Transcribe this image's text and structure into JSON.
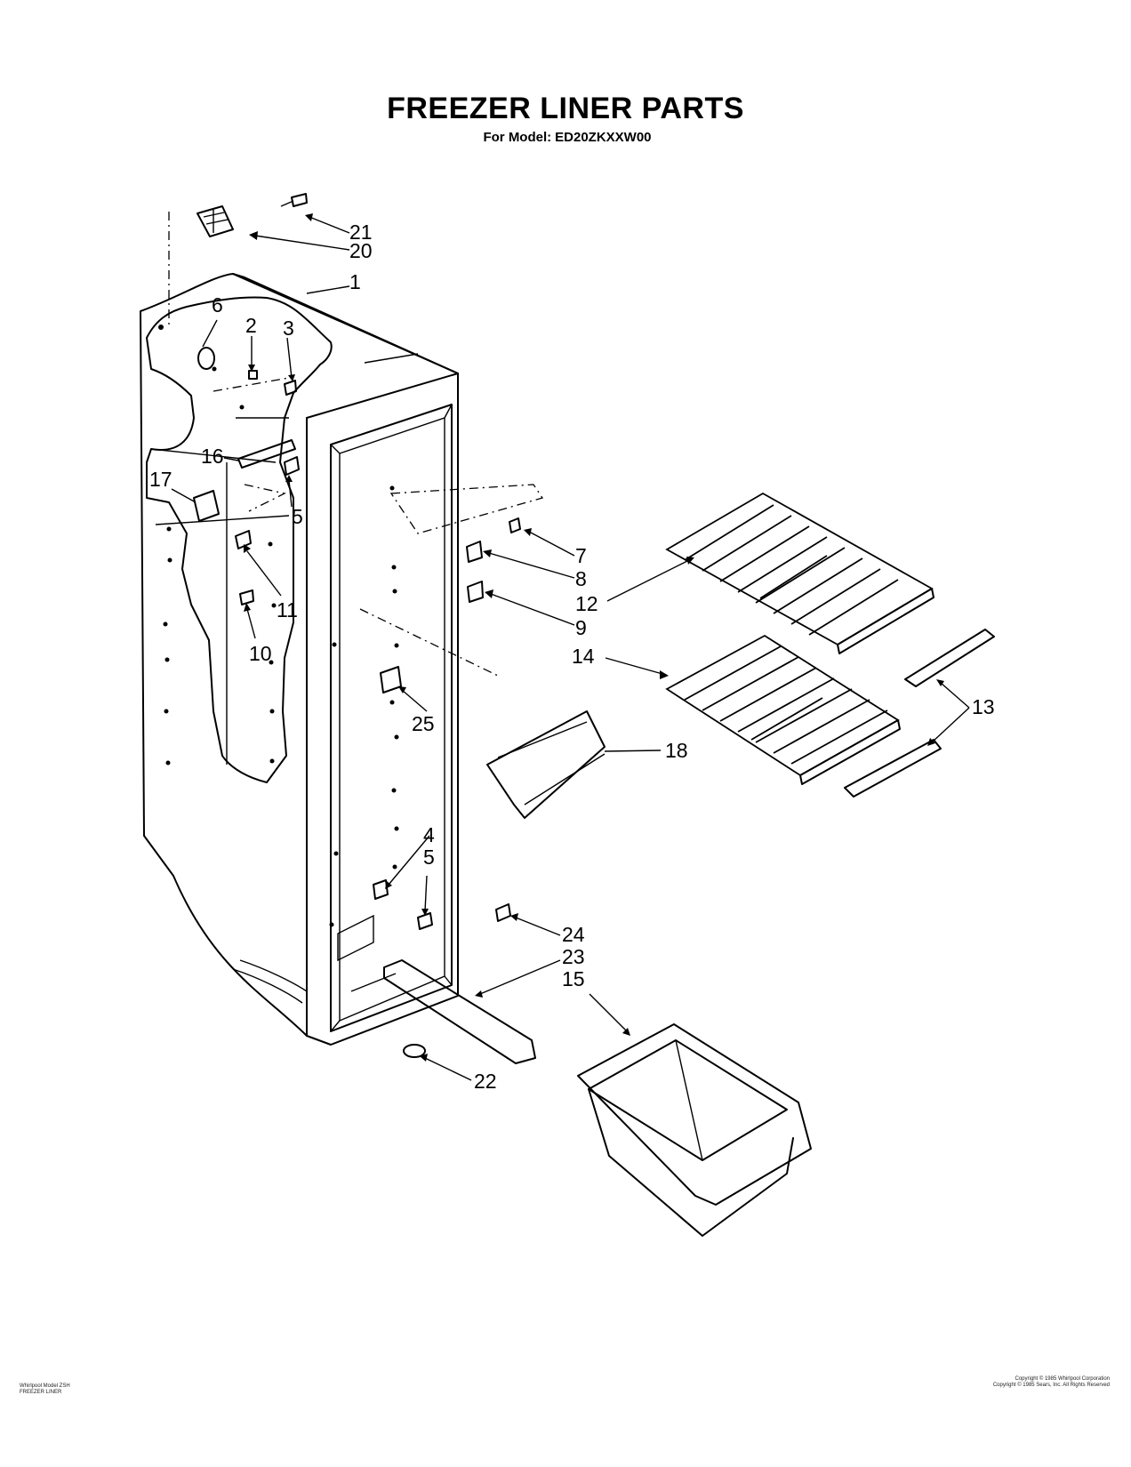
{
  "header": {
    "title": "FREEZER LINER PARTS",
    "model_prefix": "For Model:",
    "model": "ED20ZKXXW00"
  },
  "callouts": {
    "c21": "21",
    "c20": "20",
    "c1": "1",
    "c6": "6",
    "c2": "2",
    "c3": "3",
    "c16": "16",
    "c17": "17",
    "c5a": "5",
    "c11": "11",
    "c10": "10",
    "c7": "7",
    "c8": "8",
    "c9": "9",
    "c12": "12",
    "c14": "14",
    "c13": "13",
    "c18": "18",
    "c25": "25",
    "c4": "4",
    "c5b": "5",
    "c24": "24",
    "c23": "23",
    "c15": "15",
    "c22": "22"
  },
  "footer": {
    "left_line1": "Whirlpool Model ZSH",
    "left_line2": "FREEZER LINER",
    "right_line1": "Copyright © 1985 Whirlpool Corporation",
    "right_line2": "Copyright © 1985 Sears, Inc. All Rights Reserved"
  }
}
